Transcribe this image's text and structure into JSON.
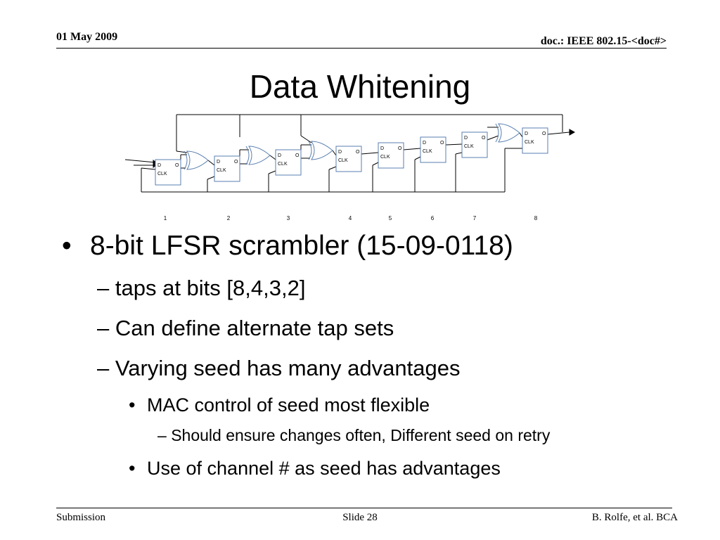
{
  "header": {
    "date": "01 May 2009",
    "doc_id": "doc.: IEEE 802.15-<doc#>"
  },
  "slide": {
    "title": "Data Whitening"
  },
  "diagram": {
    "register_labels": {
      "d": "D",
      "o": "O",
      "clk": "CLK"
    },
    "stage_numbers": [
      "1",
      "2",
      "3",
      "4",
      "5",
      "6",
      "7",
      "8"
    ]
  },
  "bullets": {
    "main": {
      "marker": "•",
      "text": "8-bit LFSR scrambler (15-09-0118)"
    },
    "sub": [
      {
        "marker": "–",
        "text": "taps at bits [8,4,3,2]"
      },
      {
        "marker": "–",
        "text": "Can define alternate tap sets"
      },
      {
        "marker": "–",
        "text": "Varying seed has many advantages"
      }
    ],
    "subsub": [
      {
        "marker": "•",
        "text": "MAC control of seed most flexible"
      },
      {
        "marker": "•",
        "text": "Use of channel # as seed has advantages"
      }
    ],
    "detail": {
      "marker": "–",
      "text": "Should ensure changes often,  Different seed on retry"
    }
  },
  "footer": {
    "left": "Submission",
    "center": "Slide 28",
    "right": "B. Rolfe, et al. BCA"
  }
}
